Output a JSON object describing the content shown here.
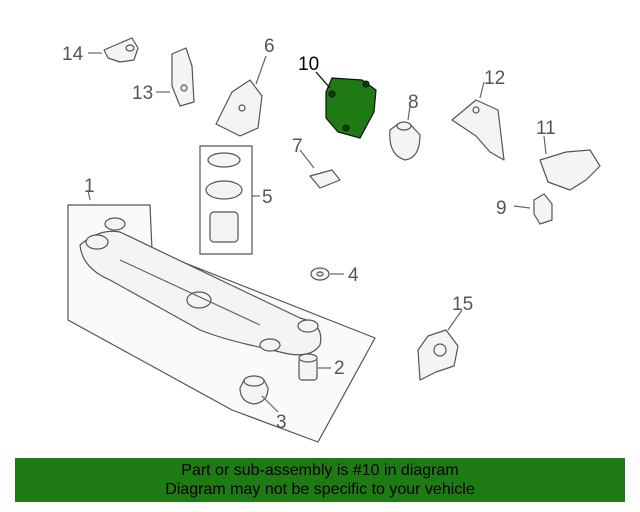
{
  "callouts": {
    "c1": "1",
    "c2": "2",
    "c3": "3",
    "c4": "4",
    "c5": "5",
    "c6": "6",
    "c7": "7",
    "c8": "8",
    "c9": "9",
    "c10": "10",
    "c11": "11",
    "c12": "12",
    "c13": "13",
    "c14": "14",
    "c15": "15"
  },
  "highlight_color": "#1e7a12",
  "banner": {
    "line1": "Part or sub-assembly is #10 in diagram",
    "line2": "Diagram may not be specific to your vehicle"
  }
}
